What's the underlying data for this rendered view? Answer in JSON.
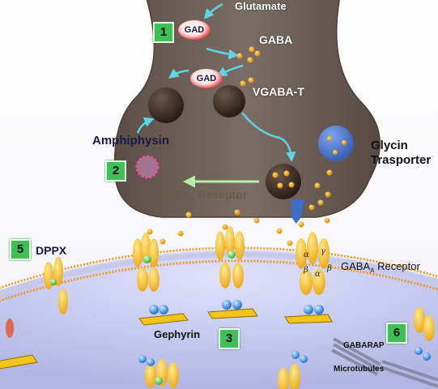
{
  "labels": {
    "glutamate": "Glutamate",
    "gad_1": "GAD",
    "gad_2": "GAD",
    "gaba": "GABA",
    "vgaba_t": "VGABA-T",
    "amphiphysin": "Amphiphysin",
    "glycin_transporter_line1": "Glycin",
    "glycin_transporter_line2": "Trasporter",
    "gabaa_receptor_presyn": "GABA",
    "gabaa_receptor_presyn_sub": "A",
    "gabaa_receptor_presyn_suffix": " Receptor",
    "dppx": "DPPX",
    "gabaa_receptor_right": "GABA",
    "gabaa_receptor_right_sub": "A",
    "gabaa_receptor_right_suffix": " Receptor",
    "gephyrin": "Gephyrin",
    "gabarap": "GABARAP",
    "microtubules": "Microtubules",
    "subunit_alpha_1": "α",
    "subunit_gamma": "γ",
    "subunit_beta_1": "β",
    "subunit_alpha_2": "α",
    "subunit_beta_2": "β"
  },
  "steps": {
    "step_1": "1",
    "step_2": "2",
    "step_3": "3",
    "step_5": "5",
    "step_6": "6"
  },
  "colors": {
    "terminal": "#6e6159",
    "vesicle": "#3a2a22",
    "gaba_dot": "#f2a90c",
    "arrow": "#5fd4e4",
    "step_box": "#3fbf58",
    "receptor": "#f4b81a",
    "label_text": "#1a1a4a",
    "cell_interior": "#c6c8ec"
  }
}
